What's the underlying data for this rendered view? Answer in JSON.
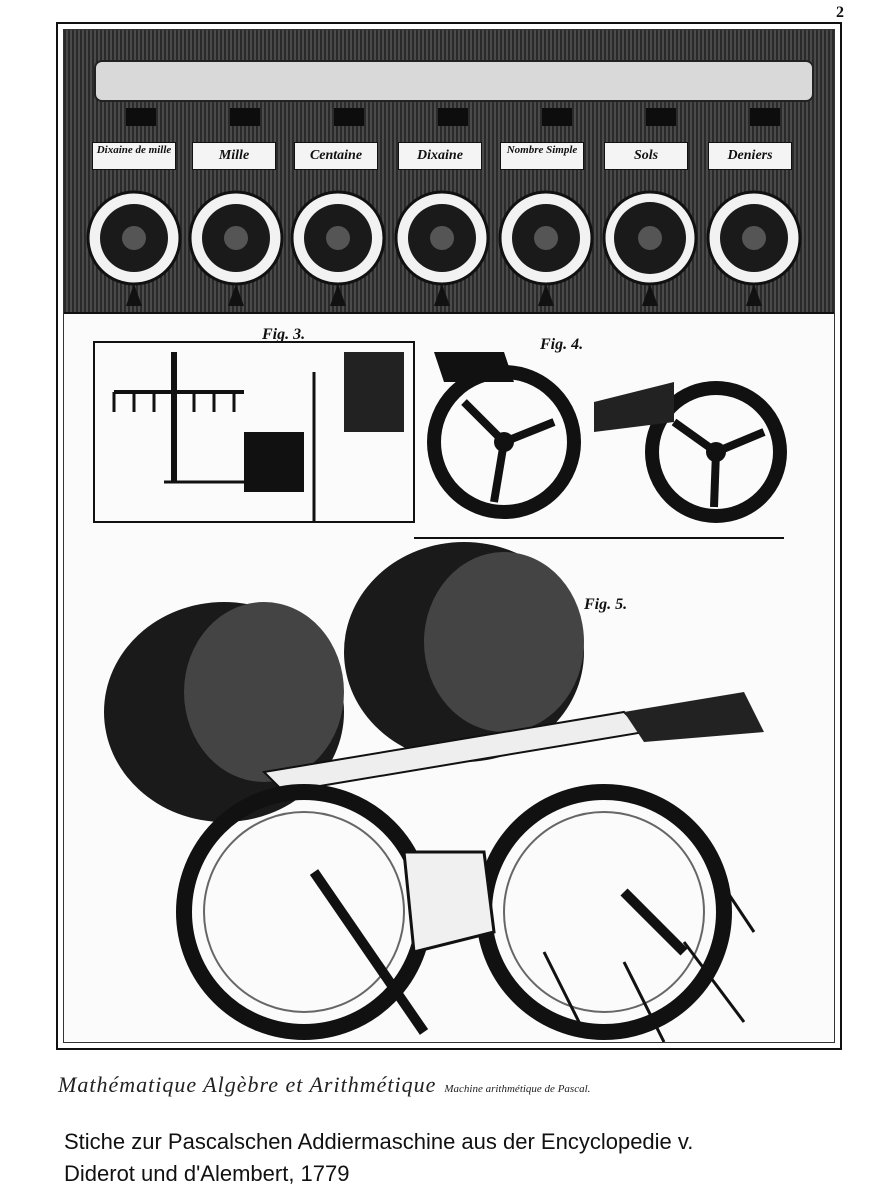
{
  "page_number": "2",
  "dial_labels": [
    "Dixaine de mille",
    "Mille",
    "Centaine",
    "Dixaine",
    "Nombre Simple",
    "Sols",
    "Deniers"
  ],
  "figure_labels": {
    "fig3": "Fig. 3.",
    "fig4": "Fig. 4.",
    "fig5": "Fig. 5."
  },
  "plate_caption": {
    "main": "Mathématique Algèbre et Arithmétique",
    "sub": "Machine arithmétique de Pascal."
  },
  "photo_caption": {
    "line1": "Stiche zur Pascalschen  Addiermaschine aus der Encyclopedie v.",
    "line2": "Diderot und d'Alembert, 1779"
  }
}
